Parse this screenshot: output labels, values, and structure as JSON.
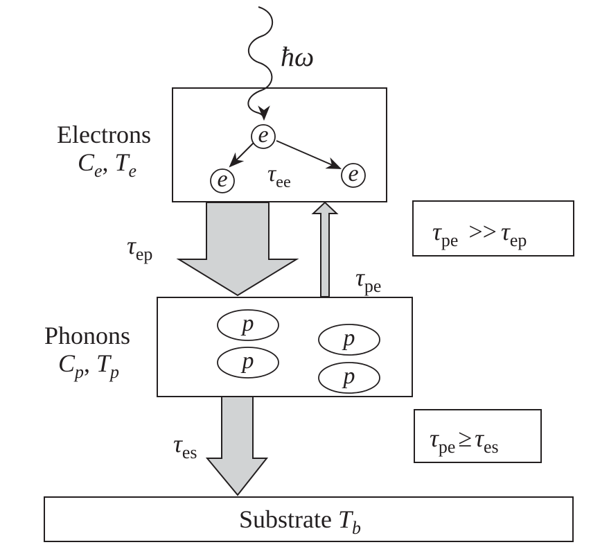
{
  "photon": {
    "label": "ħω"
  },
  "electrons": {
    "name": "Electrons",
    "heat_capacity": "C",
    "heat_capacity_sub": "e",
    "temperature": "T",
    "temperature_sub": "e",
    "particle_symbol": "e",
    "scattering_tau": "τ",
    "scattering_sub": "ee"
  },
  "phonons": {
    "name": "Phonons",
    "heat_capacity": "C",
    "heat_capacity_sub": "p",
    "temperature": "T",
    "temperature_sub": "p",
    "particle_symbol": "p"
  },
  "transfers": {
    "electron_to_phonon": {
      "tau": "τ",
      "sub": "ep"
    },
    "phonon_to_electron": {
      "tau": "τ",
      "sub": "pe"
    },
    "phonon_to_substrate": {
      "tau": "τ",
      "sub": "es"
    }
  },
  "relations": [
    {
      "lhs": "τ",
      "lhs_sub": "pe",
      "op": ">>",
      "rhs": "τ",
      "rhs_sub": "ep"
    },
    {
      "lhs": "τ",
      "lhs_sub": "pe",
      "op": "≥",
      "rhs": "τ",
      "rhs_sub": "es"
    }
  ],
  "substrate": {
    "name": "Substrate",
    "temperature": "T",
    "temperature_sub": "b"
  },
  "colors": {
    "ink": "#231f20",
    "arrow_fill": "#d1d3d4",
    "background": "#ffffff"
  }
}
